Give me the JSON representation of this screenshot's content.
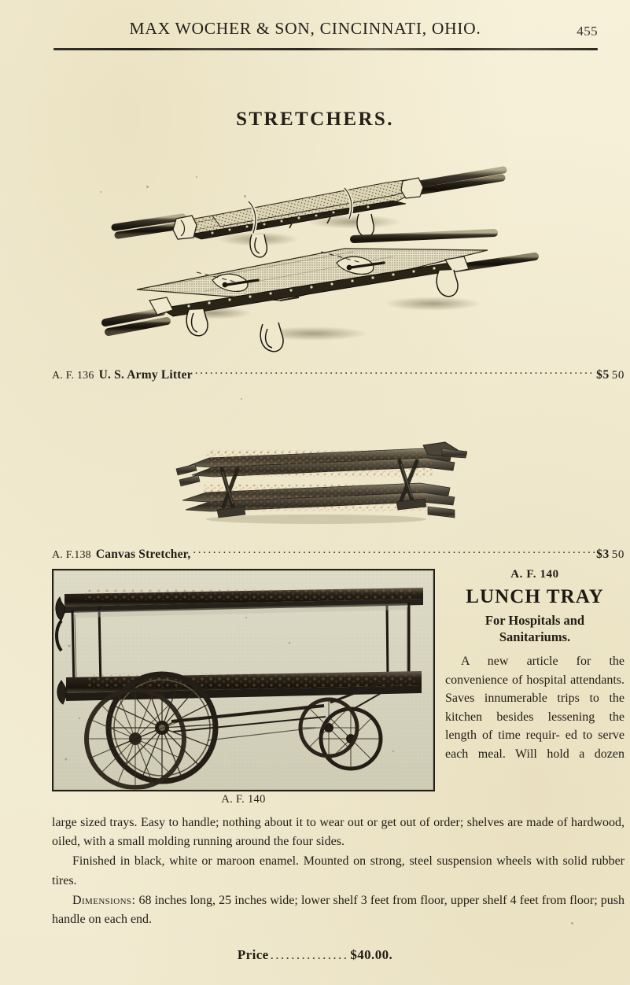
{
  "page": {
    "background_color": "#f4eed6",
    "ink_color": "#221d16"
  },
  "running_head": {
    "title": "MAX WOCHER & SON, CINCINNATI, OHIO.",
    "folio": "455"
  },
  "section": {
    "title": "STRETCHERS."
  },
  "catalog_entries": [
    {
      "code": "A. F. 136",
      "name": "U. S. Army Litter",
      "price_dollars": "$5",
      "price_cents": "50",
      "figure_label": "us-army-litter-engraving"
    },
    {
      "code": "A. F.138",
      "name": "Canvas Stretcher,",
      "price_dollars": "$3",
      "price_cents": "50",
      "figure_label": "canvas-stretcher-photo"
    }
  ],
  "lunch_tray": {
    "code": "A. F. 140",
    "heading": "LUNCH TRAY",
    "subheading_line1": "For Hospitals and",
    "subheading_line2": "Sanitariums.",
    "figure_caption": "A. F. 140",
    "column_text": "A new article for the convenience of hospital attendants. Saves innumerable trips to the kitchen besides lessening the length of time requir- ed to serve each meal. Will hold a dozen",
    "paragraphs": [
      "large sized trays.  Easy to handle; nothing about it to wear out or get out of order; shelves are made of hardwood, oiled, with a small molding running around the four sides.",
      "Finished in black, white or maroon enamel.  Mounted on strong, steel suspension wheels with solid rubber tires."
    ],
    "dimensions_label": "Dimensions:",
    "dimensions_text": "68 inches long, 25 inches wide; lower shelf 3 feet from floor, upper shelf 4 feet from floor; push handle on each end.",
    "price_label": "Price",
    "price_dots": "...............",
    "price_value": "$40.00."
  }
}
